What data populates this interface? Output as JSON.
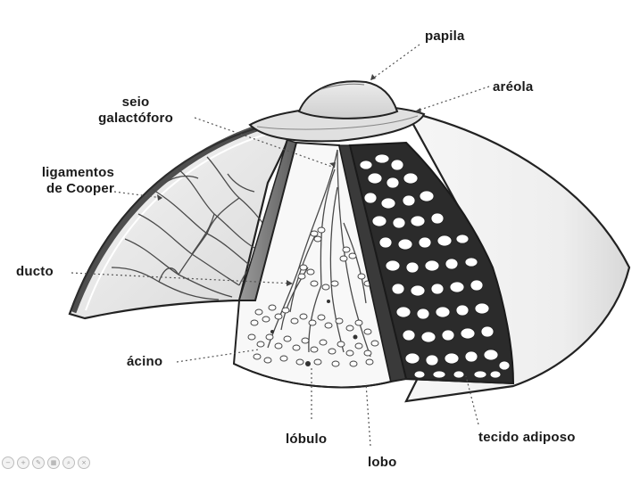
{
  "labels": {
    "papila": "papila",
    "areola": "aréola",
    "seio_line1": "seio",
    "seio_line2": "galactóforo",
    "ligamentos_line1": "ligamentos",
    "ligamentos_line2": "de Cooper",
    "ducto": "ducto",
    "acino": "ácino",
    "lobulo": "lóbulo",
    "lobo": "lobo",
    "tecido": "tecido adiposo"
  },
  "icons": [
    "zoom-out-icon",
    "zoom-in-icon",
    "pen-icon",
    "grid-icon",
    "search-icon",
    "cancel-icon"
  ],
  "colors": {
    "ink": "#1a1a1a",
    "leader": "#555555",
    "background": "#ffffff"
  }
}
